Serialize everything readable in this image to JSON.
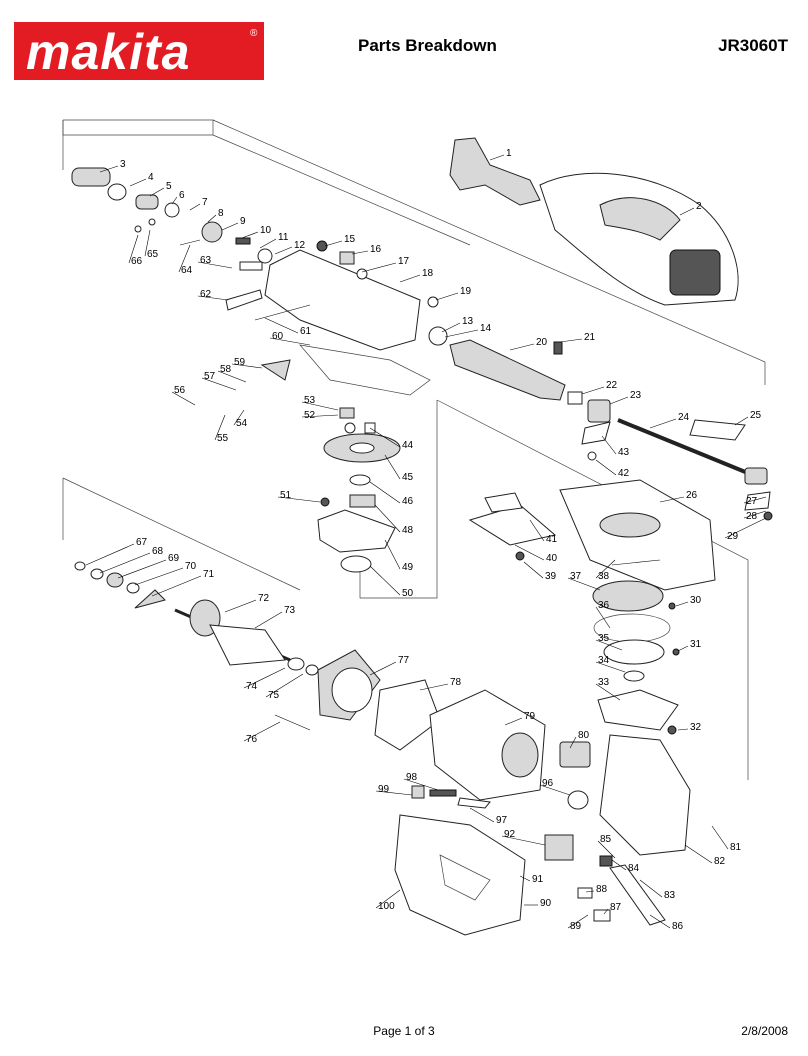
{
  "brand": {
    "name": "makita",
    "registered": "®",
    "color": "#e31c24"
  },
  "header": {
    "title": "Parts Breakdown",
    "model": "JR3060T"
  },
  "footer": {
    "page": "Page 1 of 3",
    "date": "2/8/2008"
  },
  "callouts": [
    "1",
    "2",
    "3",
    "4",
    "5",
    "6",
    "7",
    "8",
    "9",
    "10",
    "11",
    "12",
    "13",
    "14",
    "15",
    "16",
    "17",
    "18",
    "19",
    "20",
    "21",
    "22",
    "23",
    "24",
    "25",
    "26",
    "27",
    "28",
    "29",
    "30",
    "31",
    "32",
    "33",
    "34",
    "35",
    "36",
    "37",
    "38",
    "39",
    "40",
    "41",
    "42",
    "43",
    "44",
    "45",
    "46",
    "48",
    "49",
    "50",
    "51",
    "52",
    "53",
    "54",
    "55",
    "56",
    "57",
    "58",
    "59",
    "60",
    "61",
    "62",
    "63",
    "64",
    "65",
    "66",
    "67",
    "68",
    "69",
    "70",
    "71",
    "72",
    "73",
    "74",
    "75",
    "76",
    "77",
    "78",
    "79",
    "80",
    "81",
    "82",
    "83",
    "84",
    "85",
    "86",
    "87",
    "88",
    "89",
    "90",
    "91",
    "92",
    "96",
    "97",
    "98",
    "99",
    "100"
  ]
}
